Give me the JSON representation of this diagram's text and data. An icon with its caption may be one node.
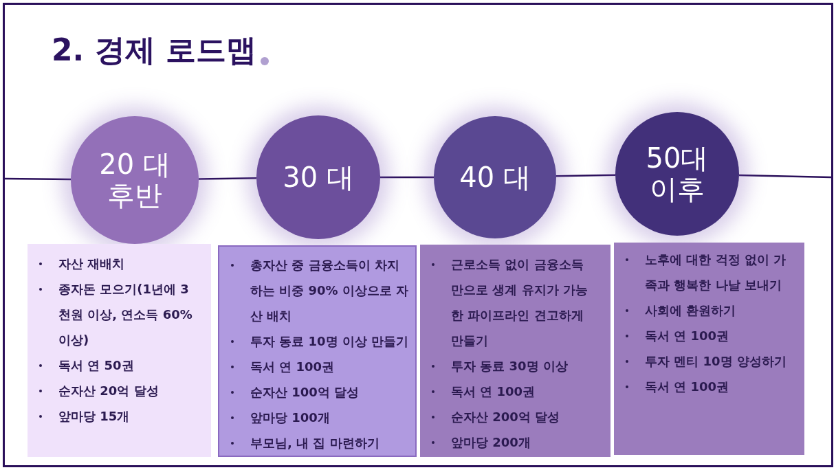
{
  "diagram": {
    "title": "2. 경제 로드맵",
    "nodes": [
      {
        "text": [
          "20 대 후반"
        ]
      },
      {
        "text": [
          "30 대"
        ]
      },
      {
        "text": [
          "40 대"
        ]
      },
      {
        "text": [
          "50대 이후"
        ]
      },
      {
        "text": [
          "자산 재배치",
          "종자돈 모으기(1년에 3 천원 이상, 연소득 60% 이상)",
          "독서 연 50권",
          "순자산 20억 달성",
          "앞마당 15개"
        ]
      },
      {
        "text": [
          "총자산 중 금융소득이 차지 하는 비중 90% 이상으로 자산 배치",
          "투자 동료 10명 이상 만들기",
          "독서 연 100권",
          "순자산 100억 달성",
          "앞마당 100개",
          "부모님, 내 집 마련하기"
        ]
      },
      {
        "text": [
          "근로소득 없이 금융소득 만으로 생계 유지가 가능한 파이프라인 견고하게 만들기",
          "투자 동료 30명 이상",
          "독서 연 100권",
          "순자산 200억 달성",
          "앞마당 200개"
        ]
      },
      {
        "text": [
          "노후에 대한 걱정 없이 가족과 행복한 나날 보내기",
          "사회에 환원하기",
          "독서 연 100권",
          "투자 멘티 10명 양성하기",
          "독서 연 100권"
        ]
      }
    ],
    "edges": [
      {
        "from": null,
        "to": 0,
        "arrow": "none"
      },
      {
        "from": 0,
        "to": 1,
        "arrow": "none"
      },
      {
        "from": 1,
        "to": 2,
        "arrow": "none"
      },
      {
        "from": 2,
        "to": 3,
        "arrow": "none"
      },
      {
        "from": 3,
        "to": null,
        "arrow": "none"
      }
    ]
  }
}
